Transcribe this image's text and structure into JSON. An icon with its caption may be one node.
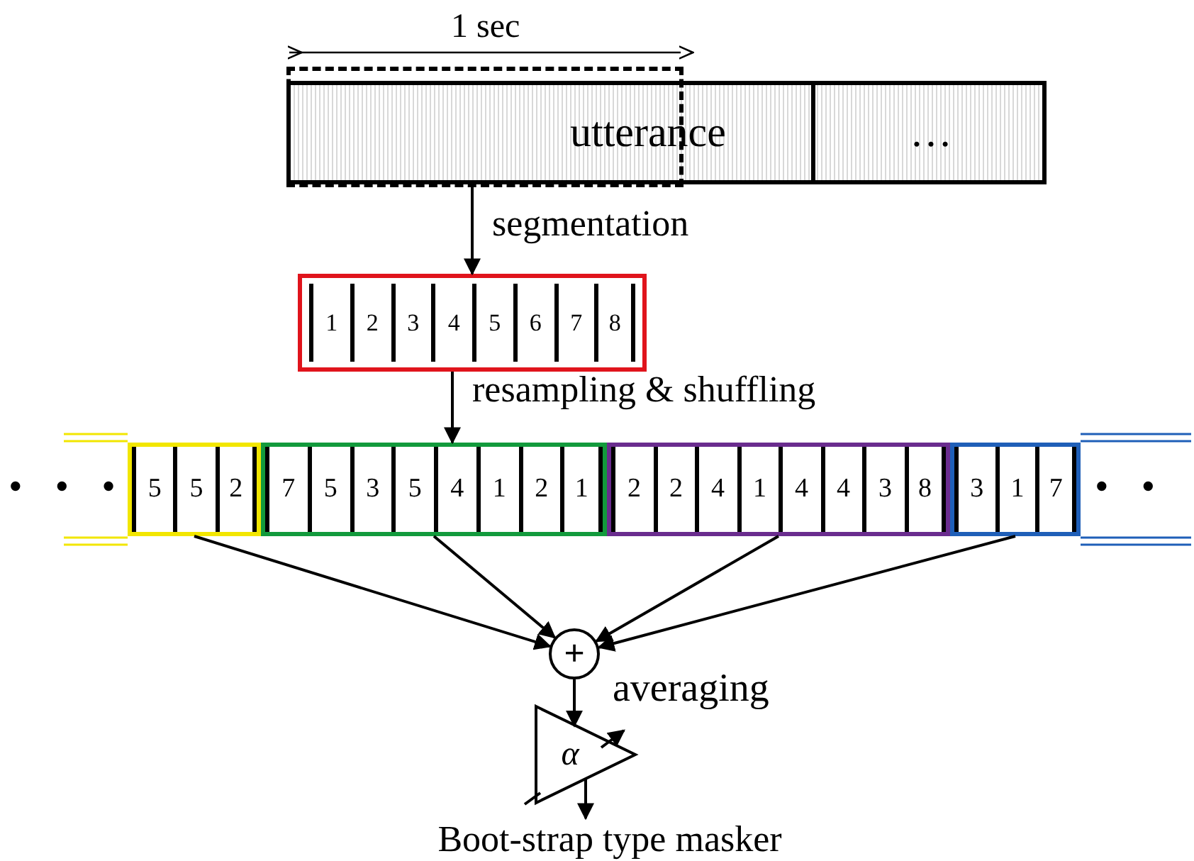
{
  "diagram": {
    "nodes": [
      {
        "text": [],
        "shape": "bar"
      },
      {
        "text": [
          "utterance"
        ],
        "in": 0
      },
      {
        "text": [
          "…"
        ],
        "in": 0
      },
      {
        "text": [],
        "shape": "box",
        "beside": [
          "1 sec"
        ]
      },
      {
        "text": [],
        "shape": "box"
      },
      {
        "text": [
          "1"
        ],
        "in": 4
      },
      {
        "text": [
          "2"
        ],
        "in": 4
      },
      {
        "text": [
          "3"
        ],
        "in": 4
      },
      {
        "text": [
          "4"
        ],
        "in": 4
      },
      {
        "text": [
          "5"
        ],
        "in": 4
      },
      {
        "text": [
          "6"
        ],
        "in": 4
      },
      {
        "text": [
          "7"
        ],
        "in": 4
      },
      {
        "text": [
          "8"
        ],
        "in": 4
      },
      {
        "text": [],
        "shape": "box"
      },
      {
        "text": [
          "5"
        ],
        "in": 13
      },
      {
        "text": [
          "5"
        ],
        "in": 13
      },
      {
        "text": [
          "2"
        ],
        "in": 13
      },
      {
        "text": [],
        "shape": "box"
      },
      {
        "text": [
          "7"
        ],
        "in": 17
      },
      {
        "text": [
          "5"
        ],
        "in": 17
      },
      {
        "text": [
          "3"
        ],
        "in": 17
      },
      {
        "text": [
          "5"
        ],
        "in": 17
      },
      {
        "text": [
          "4"
        ],
        "in": 17
      },
      {
        "text": [
          "1"
        ],
        "in": 17
      },
      {
        "text": [
          "2"
        ],
        "in": 17
      },
      {
        "text": [
          "1"
        ],
        "in": 17
      },
      {
        "text": [],
        "shape": "box"
      },
      {
        "text": [
          "2"
        ],
        "in": 26
      },
      {
        "text": [
          "2"
        ],
        "in": 26
      },
      {
        "text": [
          "4"
        ],
        "in": 26
      },
      {
        "text": [
          "1"
        ],
        "in": 26
      },
      {
        "text": [
          "4"
        ],
        "in": 26
      },
      {
        "text": [
          "4"
        ],
        "in": 26
      },
      {
        "text": [
          "3"
        ],
        "in": 26
      },
      {
        "text": [
          "8"
        ],
        "in": 26
      },
      {
        "text": [],
        "shape": "box"
      },
      {
        "text": [
          "3"
        ],
        "in": 35
      },
      {
        "text": [
          "1"
        ],
        "in": 35
      },
      {
        "text": [
          "7"
        ],
        "in": 35
      },
      {
        "text": [
          "+"
        ]
      },
      {
        "text": [
          "α"
        ]
      },
      {
        "text": [
          "Boot-strap type masker"
        ]
      }
    ],
    "edges": [
      {
        "from": 3,
        "to": 4,
        "arrow": "to",
        "label": "segmentation"
      },
      {
        "from": 4,
        "to": 17,
        "arrow": "to",
        "label": "resampling & shuffling"
      },
      {
        "from": 13,
        "to": 39,
        "arrow": "to"
      },
      {
        "from": 17,
        "to": 39,
        "arrow": "to"
      },
      {
        "from": 26,
        "to": 39,
        "arrow": "to"
      },
      {
        "from": 35,
        "to": 39,
        "arrow": "to"
      },
      {
        "from": 39,
        "to": 40,
        "arrow": "to",
        "label": "averaging"
      },
      {
        "from": 40,
        "to": 41,
        "arrow": "to"
      }
    ],
    "labels": [
      "• • •",
      "• •"
    ]
  }
}
